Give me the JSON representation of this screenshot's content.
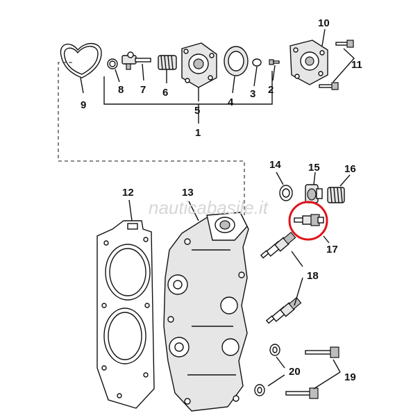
{
  "watermark": "nauticabasile.it",
  "colors": {
    "highlight": "#e0141b",
    "line": "#111111",
    "watermark": "#d6d6d6"
  },
  "callouts": {
    "c1": "1",
    "c2": "2",
    "c3": "3",
    "c4": "4",
    "c5": "5",
    "c6": "6",
    "c7": "7",
    "c8": "8",
    "c9": "9",
    "c10": "10",
    "c11": "11",
    "c12": "12",
    "c13": "13",
    "c14": "14",
    "c15": "15",
    "c16": "16",
    "c17": "17",
    "c18": "18",
    "c19": "19",
    "c20": "20"
  }
}
